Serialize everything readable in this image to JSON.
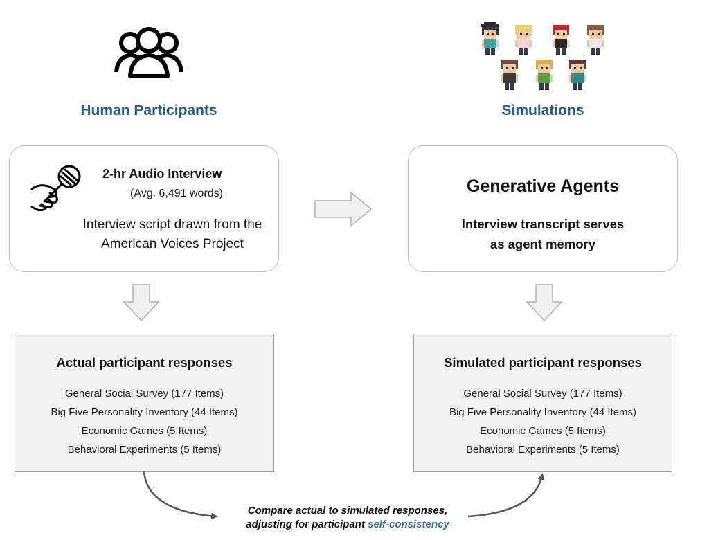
{
  "colors": {
    "title_blue": "#1f5a96",
    "highlight_blue": "#2f6aa6",
    "arrow_fill": "#f0f0f0",
    "arrow_stroke": "#b0b0b0",
    "curve": "#555555"
  },
  "human": {
    "title": "Human Participants",
    "icon": "people-group-icon"
  },
  "simulations": {
    "title": "Simulations",
    "icon": "pixel-characters-icon"
  },
  "interview": {
    "icon": "microphone-hand-icon",
    "title": "2-hr Audio Interview",
    "subtitle": "(Avg. 6,491 words)",
    "description": "Interview script drawn from the American Voices Project"
  },
  "agents": {
    "title": "Generative Agents",
    "description": "Interview transcript serves as agent memory"
  },
  "actual": {
    "title": "Actual participant responses",
    "items": [
      "General Social Survey (177 Items)",
      "Big Five Personality Inventory (44 Items)",
      "Economic Games (5 Items)",
      "Behavioral Experiments (5 Items)"
    ]
  },
  "simulated": {
    "title": "Simulated participant responses",
    "items": [
      "General Social Survey (177 Items)",
      "Big Five Personality Inventory (44 Items)",
      "Economic Games (5 Items)",
      "Behavioral Experiments (5 Items)"
    ]
  },
  "compare": {
    "line1": "Compare actual to simulated responses,",
    "line2_prefix": "adjusting for participant",
    "line2_highlight": "self-consistency"
  }
}
